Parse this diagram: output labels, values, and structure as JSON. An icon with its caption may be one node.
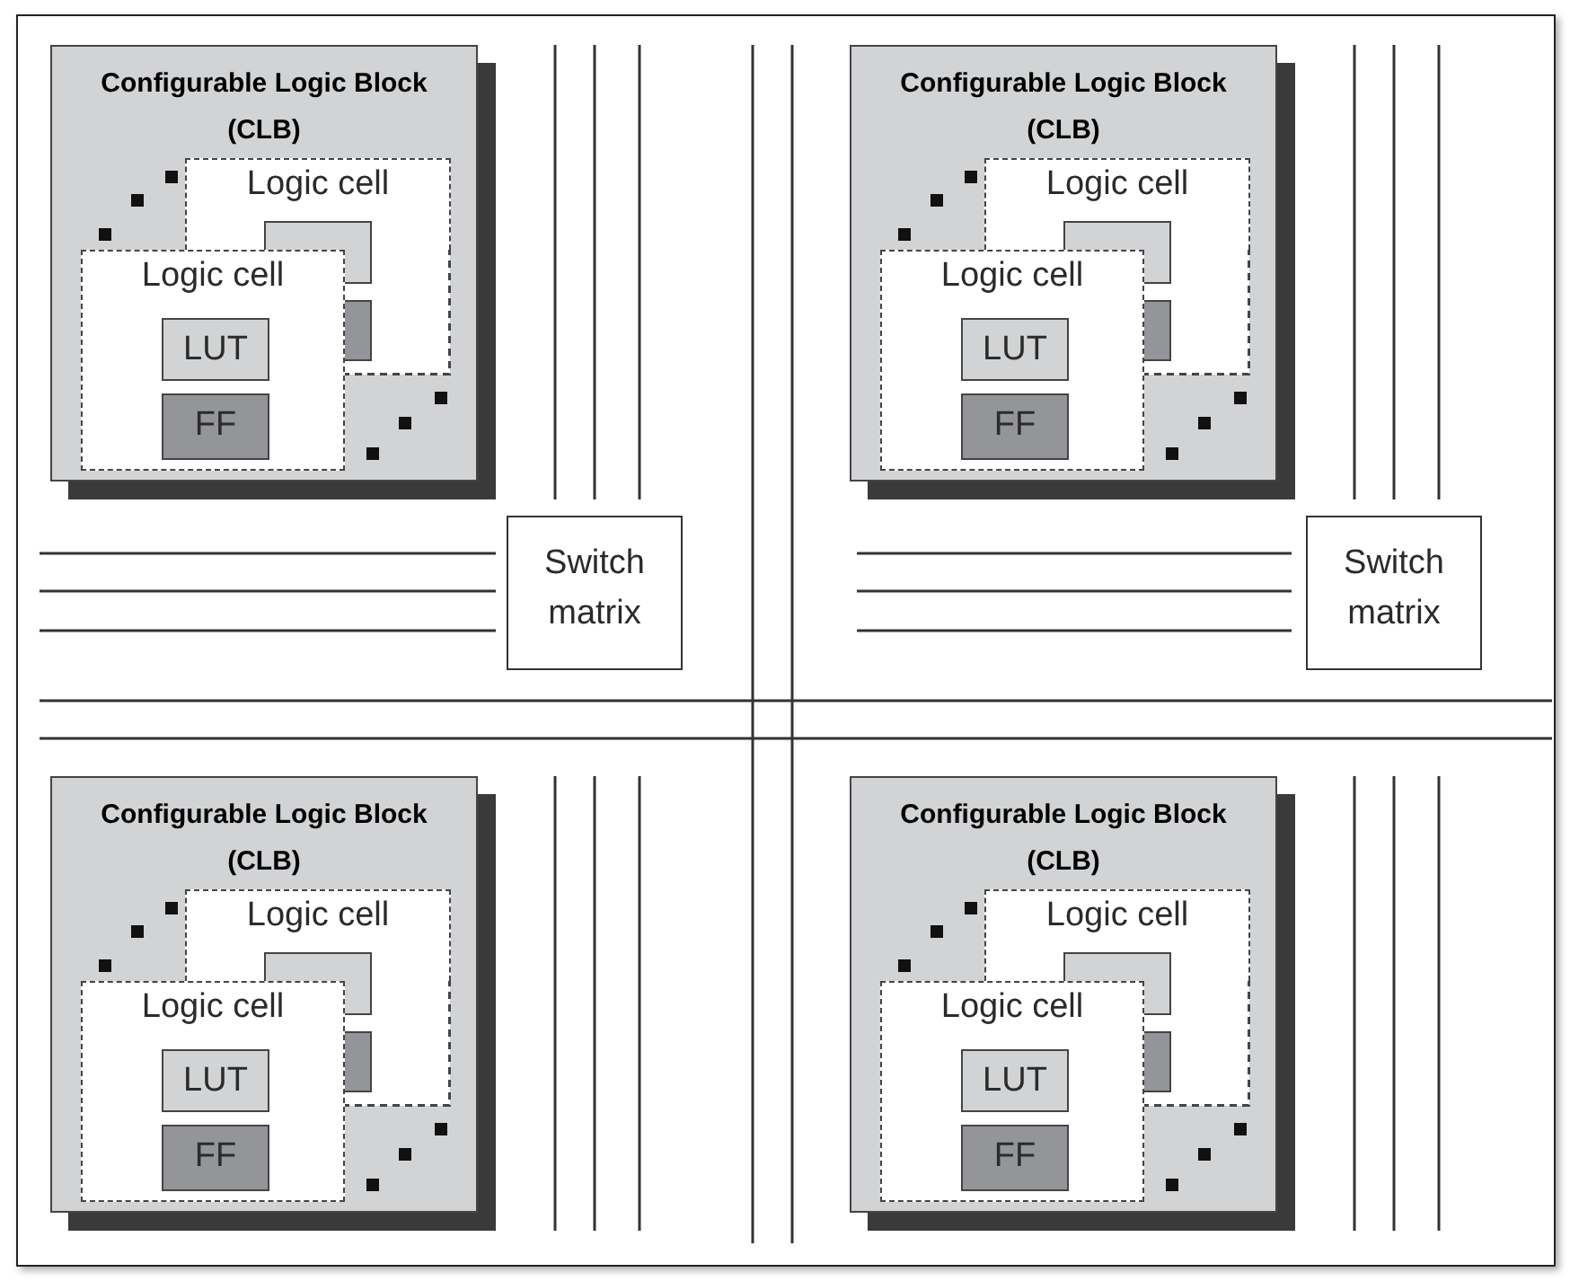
{
  "diagram": {
    "nodes": [
      {
        "text": [
          "Configurable Logic Block (CLB)"
        ]
      },
      {
        "text": [
          "Logic cell"
        ],
        "in": 0
      },
      {
        "text": [],
        "shape": "box",
        "in": 0
      },
      {
        "text": [],
        "shape": "box",
        "in": 0
      },
      {
        "text": [
          "Logic cell"
        ],
        "in": 0
      },
      {
        "text": [
          "LUT"
        ],
        "in": 4
      },
      {
        "text": [
          "FF"
        ],
        "in": 4
      },
      {
        "text": [
          "Configurable Logic Block (CLB)"
        ]
      },
      {
        "text": [
          "Logic cell"
        ],
        "in": 7
      },
      {
        "text": [],
        "shape": "box",
        "in": 7
      },
      {
        "text": [],
        "shape": "box",
        "in": 7
      },
      {
        "text": [
          "Logic cell"
        ],
        "in": 7
      },
      {
        "text": [
          "LUT"
        ],
        "in": 11
      },
      {
        "text": [
          "FF"
        ],
        "in": 11
      },
      {
        "text": [
          "Switch matrix"
        ]
      },
      {
        "text": [
          "Switch matrix"
        ]
      },
      {
        "text": [
          "Configurable Logic Block (CLB)"
        ]
      },
      {
        "text": [
          "Logic cell"
        ],
        "in": 16
      },
      {
        "text": [],
        "shape": "box",
        "in": 16
      },
      {
        "text": [],
        "shape": "box",
        "in": 16
      },
      {
        "text": [
          "Logic cell"
        ],
        "in": 16
      },
      {
        "text": [
          "LUT"
        ],
        "in": 20
      },
      {
        "text": [
          "FF"
        ],
        "in": 20
      },
      {
        "text": [
          "Configurable Logic Block (CLB)"
        ]
      },
      {
        "text": [
          "Logic cell"
        ],
        "in": 23
      },
      {
        "text": [],
        "shape": "box",
        "in": 23
      },
      {
        "text": [],
        "shape": "box",
        "in": 23
      },
      {
        "text": [
          "Logic cell"
        ],
        "in": 23
      },
      {
        "text": [
          "LUT"
        ],
        "in": 27
      },
      {
        "text": [
          "FF"
        ],
        "in": 27
      }
    ]
  }
}
